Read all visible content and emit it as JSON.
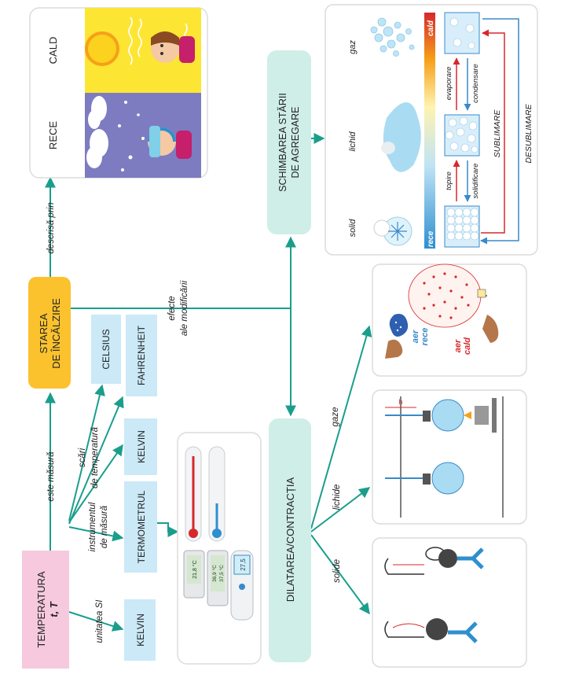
{
  "colors": {
    "teal": "#1a9e8c",
    "pink_box": "#f6c9de",
    "yellow_box": "#fbc22e",
    "mint_box": "#cfeee8",
    "light_blue_box": "#cbe9f7",
    "red": "#d6282c",
    "blue": "#3a89c9"
  },
  "nodes": {
    "temperatura": "TEMPERATURA",
    "temperatura_symbol": "t, T",
    "starea": "STAREA",
    "starea_2": "DE ÎNCĂLZIRE",
    "kelvin_si": "KELVIN",
    "termometrul": "TERMOMETRUL",
    "kelvin_scale": "KELVIN",
    "celsius": "CELSIUS",
    "fahrenheit": "FAHRENHEIT",
    "schimbarea_1": "SCHIMBAREA STĂRII",
    "schimbarea_2": "DE AGREGARE",
    "dilatarea": "DILATAREA/CONTRACȚIA"
  },
  "edge_labels": {
    "unitatea": "unitatea SI",
    "instrumentul_1": "instrumentul",
    "instrumentul_2": "de măsură",
    "scari_1": "scări",
    "scari_2": "de temperatură",
    "este_masura": "este măsură",
    "descrisa_prin": "descrisă prin",
    "efecte_1": "efecte",
    "efecte_2": "ale modificării",
    "solide": "solide",
    "lichide": "lichide",
    "gaze": "gaze"
  },
  "heat_panel": {
    "cald": "CALD",
    "rece": "RECE"
  },
  "thermometers": {
    "digital_1": "21,8 °C",
    "digital_2": "27,5",
    "digital_3": "36,9 °C",
    "digital_4": "37,5 °C"
  },
  "states_panel": {
    "solid": "solid",
    "lichid": "lichid",
    "gaz": "gaz",
    "rece": "rece",
    "cald": "cald",
    "topire": "topire",
    "solidificare": "solidificare",
    "evaporare": "evaporare",
    "condensare": "condensare",
    "sublimare": "SUBLIMARE",
    "desublimare": "DESUBLIMARE"
  },
  "balloon": {
    "aer_rece_1": "aer",
    "aer_rece_2": "rece",
    "aer_cald_1": "aer",
    "aer_cald_2": "cald"
  },
  "figure_labels": {
    "h": "h"
  }
}
